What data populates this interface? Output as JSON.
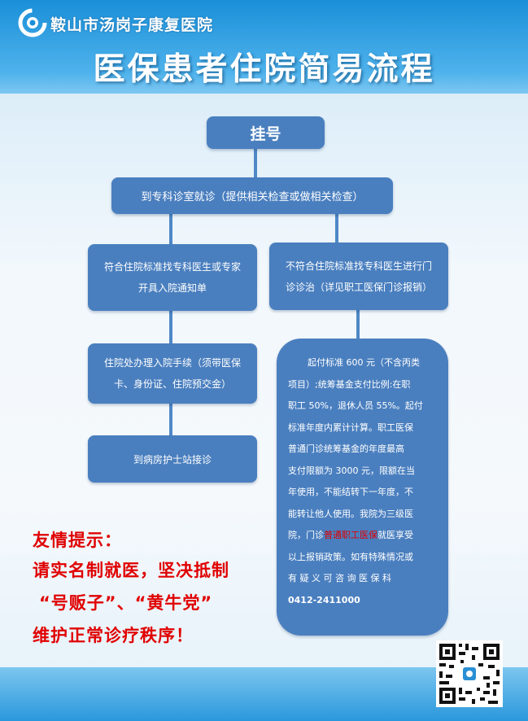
{
  "header": {
    "hospital_name": "鞍山市汤岗子康复医院",
    "title": "医保患者住院简易流程"
  },
  "flow": {
    "register": "挂号",
    "consult": "到专科诊室就诊（提供相关检查或做相关检查）",
    "qualify_line1": "符合住院标准找专科医生或专家",
    "qualify_line2": "开具入院通知单",
    "not_qualify_line1": "不符合住院标准找专科医生进行门",
    "not_qualify_line2": "诊诊治（详见职工医保门诊报销）",
    "admission_line1": "住院处办理入院手续（须带医保",
    "admission_line2": "卡、身份证、住院预交金）",
    "nurse_station": "到病房护士站接诊",
    "info_lines": [
      "起付标准 600 元（不含丙类",
      "项目）;统筹基金支付比例:在职",
      "职工 50%，退休人员 55%。起付",
      "标准年度内累计计算。职工医保",
      "普通门诊统筹基金的年度最高",
      "支付限额为 3000 元，限额在当",
      "年使用，不能结转下一年度，不",
      "能转让他人使用。我院为三级医"
    ],
    "info_line9_pre": "院，门诊",
    "info_line9_red": "普通职工医保",
    "info_line9_post": "就医享受",
    "info_line10": "以上报销政策。如有特殊情况或",
    "info_line11": "有 疑 义 可 咨 询 医 保 科",
    "phone": "0412-2411000"
  },
  "tips": {
    "heading": "友情提示：",
    "line1": "请实名制就医，坚决抵制",
    "line2": "“号贩子”、“黄牛党”",
    "line3": "维护正常诊疗秩序！"
  }
}
